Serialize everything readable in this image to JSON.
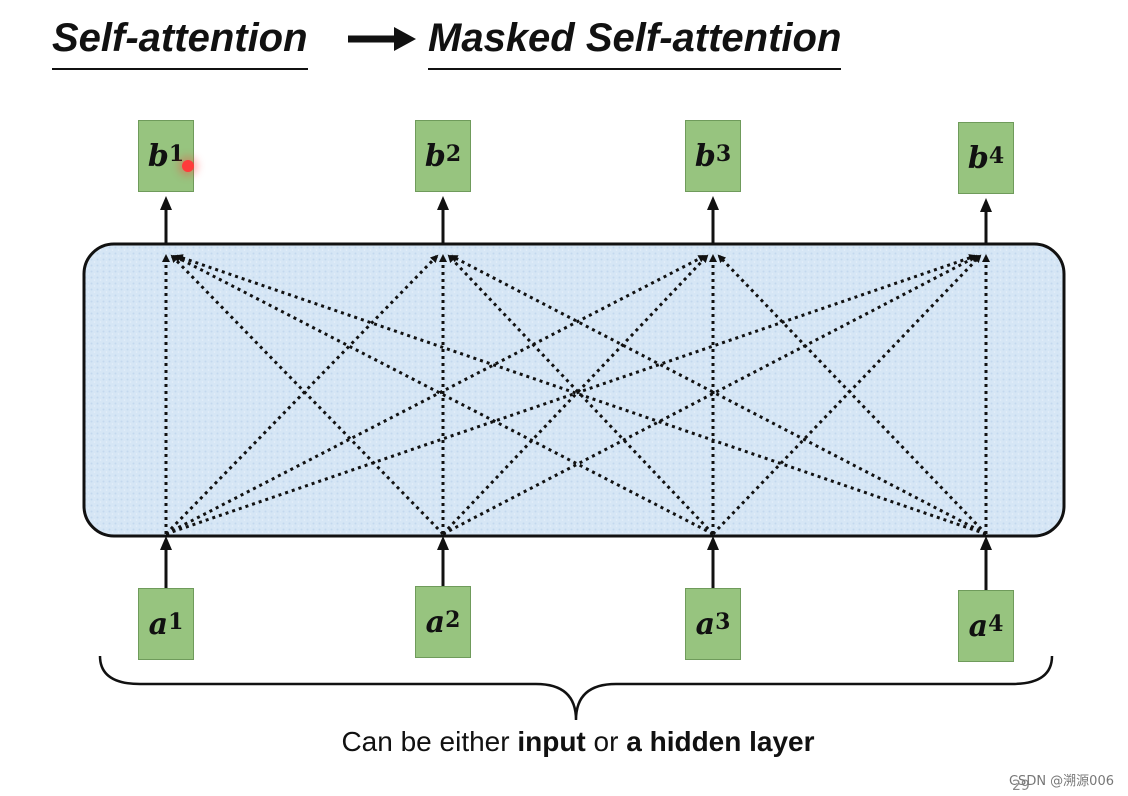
{
  "title": {
    "left": "Self-attention",
    "right": "Masked Self-attention"
  },
  "outputs": [
    {
      "base": "b",
      "sup": "1"
    },
    {
      "base": "b",
      "sup": "2"
    },
    {
      "base": "b",
      "sup": "3"
    },
    {
      "base": "b",
      "sup": "4"
    }
  ],
  "inputs": [
    {
      "base": "a",
      "sup": "1"
    },
    {
      "base": "a",
      "sup": "2"
    },
    {
      "base": "a",
      "sup": "3"
    },
    {
      "base": "a",
      "sup": "4"
    }
  ],
  "caption": {
    "part1": "Can be either ",
    "bold1": "input",
    "part2": " or ",
    "bold2": "a hidden layer"
  },
  "watermark": "CSDN @溯源006",
  "page_number": "29",
  "colors": {
    "node_fill": "#97c47f",
    "block_fill": "#dbe9f6",
    "line": "#111111"
  }
}
